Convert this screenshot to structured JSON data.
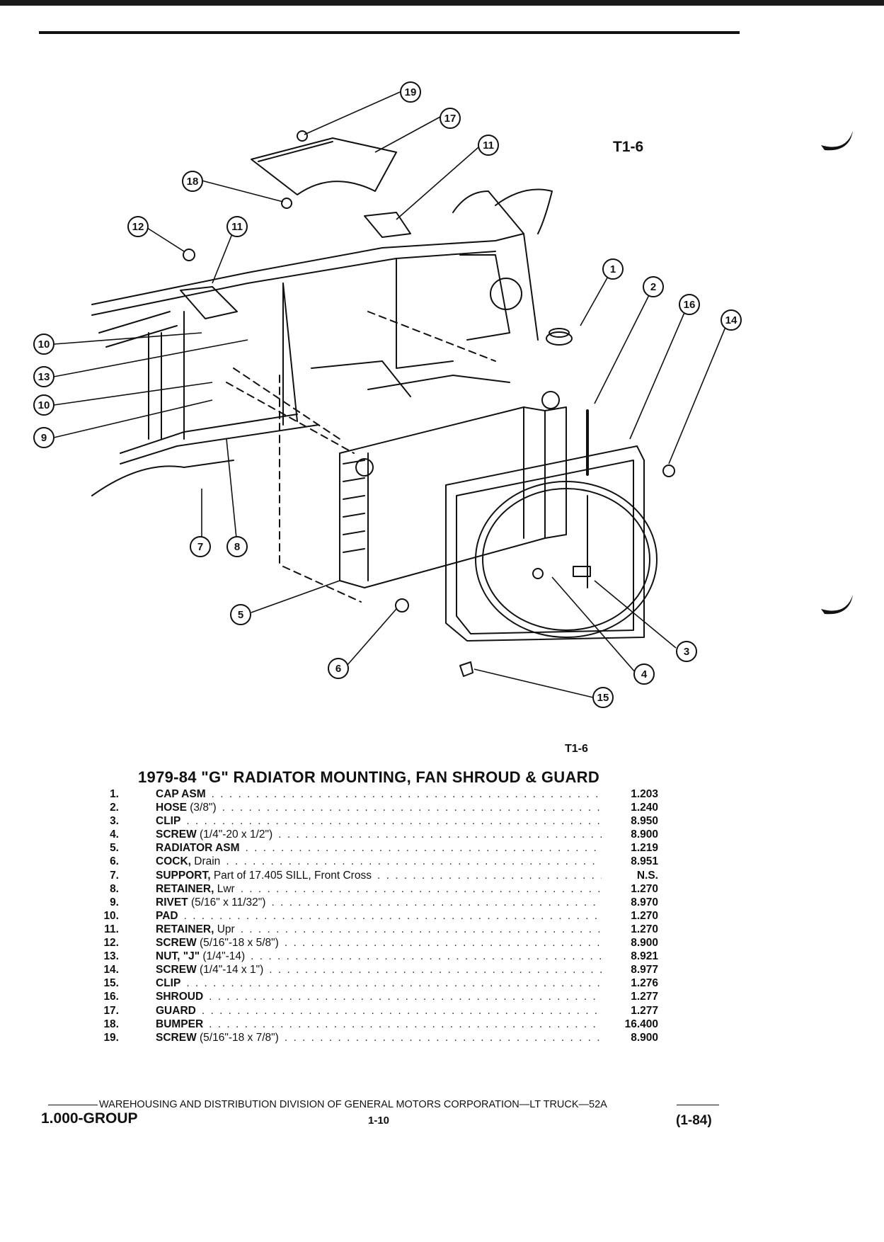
{
  "figure": {
    "tag_top": "T1-6",
    "tag_bottom": "T1-6"
  },
  "callouts": [
    "1",
    "2",
    "3",
    "4",
    "5",
    "6",
    "7",
    "8",
    "9",
    "10",
    "11",
    "12",
    "13",
    "14",
    "15",
    "16",
    "17",
    "18",
    "19"
  ],
  "title": "1979-84 \"G\" RADIATOR MOUNTING, FAN SHROUD & GUARD",
  "parts": [
    {
      "no": "1.",
      "name": "CAP ASM",
      "detail": "",
      "group": "1.203"
    },
    {
      "no": "2.",
      "name": "HOSE",
      "detail": " (3/8\")",
      "group": "1.240"
    },
    {
      "no": "3.",
      "name": "CLIP",
      "detail": "",
      "group": "8.950"
    },
    {
      "no": "4.",
      "name": "SCREW",
      "detail": " (1/4\"-20 x 1/2\")",
      "group": "8.900"
    },
    {
      "no": "5.",
      "name": "RADIATOR ASM",
      "detail": "",
      "group": "1.219"
    },
    {
      "no": "6.",
      "name": "COCK,",
      "detail": " Drain",
      "group": "8.951"
    },
    {
      "no": "7.",
      "name": "SUPPORT,",
      "detail": " Part of 17.405 SILL, Front Cross",
      "group": "N.S."
    },
    {
      "no": "8.",
      "name": "RETAINER,",
      "detail": " Lwr",
      "group": "1.270"
    },
    {
      "no": "9.",
      "name": "RIVET",
      "detail": " (5/16\" x 11/32\")",
      "group": "8.970"
    },
    {
      "no": "10.",
      "name": "PAD",
      "detail": "",
      "group": "1.270"
    },
    {
      "no": "11.",
      "name": "RETAINER,",
      "detail": " Upr",
      "group": "1.270"
    },
    {
      "no": "12.",
      "name": "SCREW",
      "detail": " (5/16\"-18 x 5/8\")",
      "group": "8.900"
    },
    {
      "no": "13.",
      "name": "NUT, \"J\"",
      "detail": " (1/4\"-14)",
      "group": "8.921"
    },
    {
      "no": "14.",
      "name": "SCREW",
      "detail": " (1/4\"-14 x 1\")",
      "group": "8.977"
    },
    {
      "no": "15.",
      "name": "CLIP",
      "detail": "",
      "group": "1.276"
    },
    {
      "no": "16.",
      "name": "SHROUD",
      "detail": "",
      "group": "1.277"
    },
    {
      "no": "17.",
      "name": "GUARD",
      "detail": "",
      "group": "1.277"
    },
    {
      "no": "18.",
      "name": "BUMPER",
      "detail": "",
      "group": "16.400"
    },
    {
      "no": "19.",
      "name": "SCREW",
      "detail": " (5/16\"-18 x 7/8\")",
      "group": "8.900"
    }
  ],
  "footer": {
    "publisher": "WAREHOUSING AND DISTRIBUTION  DIVISION OF GENERAL MOTORS CORPORATION—LT TRUCK—52A",
    "group": "1.000-GROUP",
    "page": "1-10",
    "date": "(1-84)"
  }
}
